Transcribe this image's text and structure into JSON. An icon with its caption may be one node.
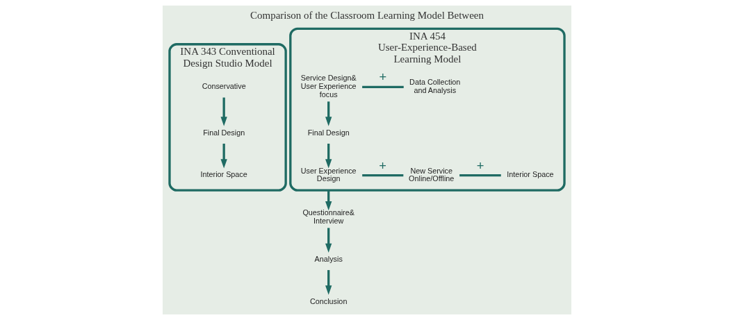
{
  "diagram": {
    "title": "Comparison of the Classroom Learning Model Between",
    "nodes": [
      {
        "text": [
          "INA 343 Conventional Design Studio Model"
        ]
      },
      {
        "text": [
          "Conservative"
        ],
        "in": 0
      },
      {
        "text": [
          "Final Design"
        ],
        "in": 0
      },
      {
        "text": [
          "Interior Space"
        ],
        "in": 0
      },
      {
        "text": [
          "INA 454 User-Experience-Based Learning Model"
        ]
      },
      {
        "text": [
          "Service Design& User Experience focus"
        ],
        "in": 4
      },
      {
        "text": [
          "Data Collection and Analysis"
        ],
        "in": 4
      },
      {
        "text": [
          "Final Design"
        ],
        "in": 4
      },
      {
        "text": [
          "User Experience Design"
        ],
        "in": 4
      },
      {
        "text": [
          "New Service Online/Offline"
        ],
        "in": 4
      },
      {
        "text": [
          "Interior Space"
        ],
        "in": 4
      },
      {
        "text": [
          "Questionnaire& Interview"
        ]
      },
      {
        "text": [
          "Analysis"
        ]
      },
      {
        "text": [
          "Conclusion"
        ]
      }
    ],
    "edges": [
      {
        "from": 1,
        "to": 2,
        "arrow": "to"
      },
      {
        "from": 2,
        "to": 3,
        "arrow": "to"
      },
      {
        "from": 5,
        "to": 6,
        "arrow": "none",
        "label": "+"
      },
      {
        "from": 5,
        "to": 7,
        "arrow": "to"
      },
      {
        "from": 7,
        "to": 8,
        "arrow": "to"
      },
      {
        "from": 8,
        "to": 9,
        "arrow": "none",
        "label": "+"
      },
      {
        "from": 9,
        "to": 10,
        "arrow": "none",
        "label": "+"
      },
      {
        "from": 4,
        "to": 11,
        "arrow": "to"
      },
      {
        "from": 11,
        "to": 12,
        "arrow": "to"
      },
      {
        "from": 12,
        "to": 13,
        "arrow": "to"
      }
    ]
  }
}
